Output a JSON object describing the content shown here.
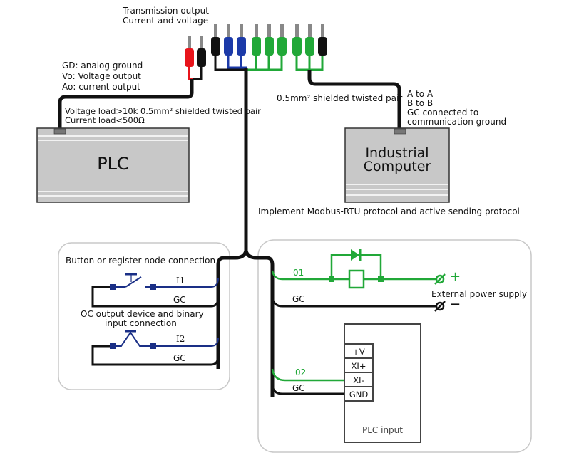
{
  "header": {
    "title_line1": "Transmission output",
    "title_line2": "Current and voltage"
  },
  "legend": {
    "gd": "GD: analog ground",
    "vo": "Vo: Voltage output",
    "ao": "Ao: current output"
  },
  "plc_cable": {
    "line1": "Voltage load>10k 0.5mm² shielded twisted pair",
    "line2": "Current load<500Ω"
  },
  "plc_box": {
    "label": "PLC"
  },
  "ic_cable": {
    "label": "0.5mm² shielded twisted pair",
    "note1": "A to A",
    "note2": "B to B",
    "note3": "GC connected to",
    "note4": "communication ground"
  },
  "ic_box": {
    "label_line1": "Industrial",
    "label_line2": "Computer"
  },
  "protocol_note": "Implement Modbus-RTU protocol and active sending protocol",
  "input_panel": {
    "title": "Button or register node connection",
    "i1": "I1",
    "gc1": "GC",
    "oc_line1": "OC output device and binary",
    "oc_line2": "input connection",
    "i2": "I2",
    "gc2": "GC"
  },
  "output_panel": {
    "o1": "01",
    "gc1": "GC",
    "plus": "+",
    "minus": "−",
    "power_supply": "External power supply",
    "o2": "02",
    "gc2": "GC",
    "plc_input_label": "PLC input",
    "terminals": [
      "+V",
      "XI+",
      "XI-",
      "GND"
    ]
  },
  "colors": {
    "red": "#e8141b",
    "black": "#111111",
    "blue": "#1c3aa8",
    "green": "#21a838",
    "navy": "#1a2f86",
    "box_gray": "#c8c8c8"
  }
}
